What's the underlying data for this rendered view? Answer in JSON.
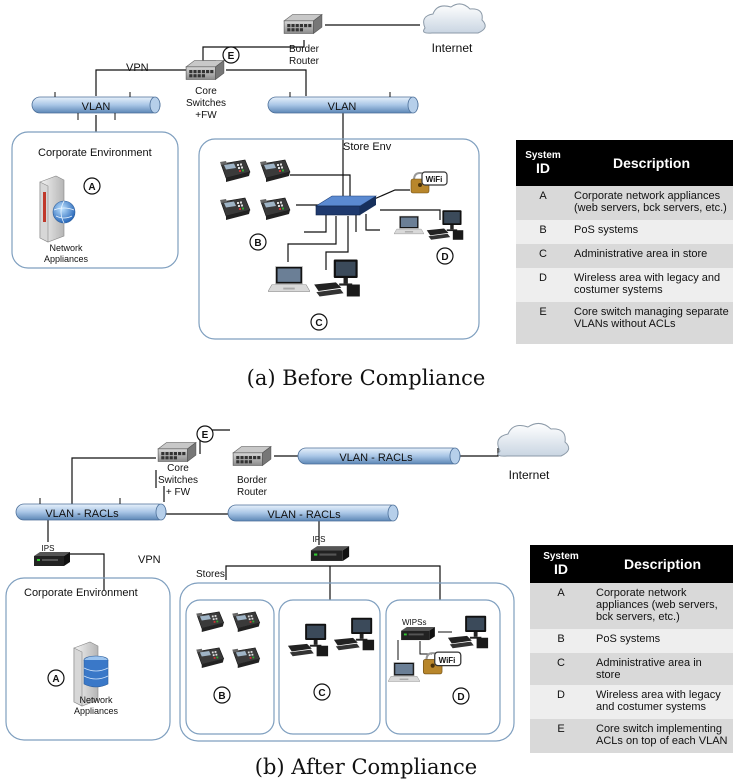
{
  "top": {
    "vpn": "VPN",
    "vlan_left": "VLAN",
    "vlan_right": "VLAN",
    "core_switches": [
      "Core",
      "Switches",
      "+FW"
    ],
    "border_router": [
      "Border",
      "Router"
    ],
    "internet": "Internet",
    "corporate_env": "Corporate Environment",
    "network_appliances": [
      "Network",
      "Appliances"
    ],
    "store_env": "Store Env",
    "wifi": "WiFi",
    "markers": {
      "a": "A",
      "b": "B",
      "c": "C",
      "d": "D",
      "e": "E"
    },
    "caption": "(a) Before Compliance",
    "table": {
      "header_system": "System",
      "header_id": "ID",
      "header_desc": "Description",
      "rows": [
        {
          "id": "A",
          "desc": "Corporate network appliances (web servers, bck servers, etc.)"
        },
        {
          "id": "B",
          "desc": "PoS systems"
        },
        {
          "id": "C",
          "desc": "Administrative area in store"
        },
        {
          "id": "D",
          "desc": "Wireless area with legacy and costumer systems"
        },
        {
          "id": "E",
          "desc": "Core switch managing separate VLANs without ACLs"
        }
      ]
    }
  },
  "bottom": {
    "vpn": "VPN",
    "vlan_racls_left": "VLAN - RACLs",
    "vlan_racls_mid": "VLAN - RACLs",
    "vlan_racls_right": "VLAN - RACLs",
    "core_switches": [
      "Core",
      "Switches",
      "+ FW"
    ],
    "border_router": [
      "Border",
      "Router"
    ],
    "internet": "Internet",
    "ips_left": "IPS",
    "ips_right": "IPS",
    "stores": "Stores",
    "wipss": "WIPSs",
    "wifi": "WiFi",
    "corporate_env": "Corporate Environment",
    "network_appliances": [
      "Network",
      "Appliances"
    ],
    "markers": {
      "a": "A",
      "b": "B",
      "c": "C",
      "d": "D",
      "e": "E"
    },
    "caption": "(b) After Compliance",
    "table": {
      "header_system": "System",
      "header_id": "ID",
      "header_desc": "Description",
      "rows": [
        {
          "id": "A",
          "desc": "Corporate network appliances (web servers, bck servers, etc.)"
        },
        {
          "id": "B",
          "desc": "PoS systems"
        },
        {
          "id": "C",
          "desc": "Administrative area in store"
        },
        {
          "id": "D",
          "desc": "Wireless area with legacy and costumer systems"
        },
        {
          "id": "E",
          "desc": "Core switch implementing ACLs on top of each VLAN"
        }
      ]
    }
  }
}
